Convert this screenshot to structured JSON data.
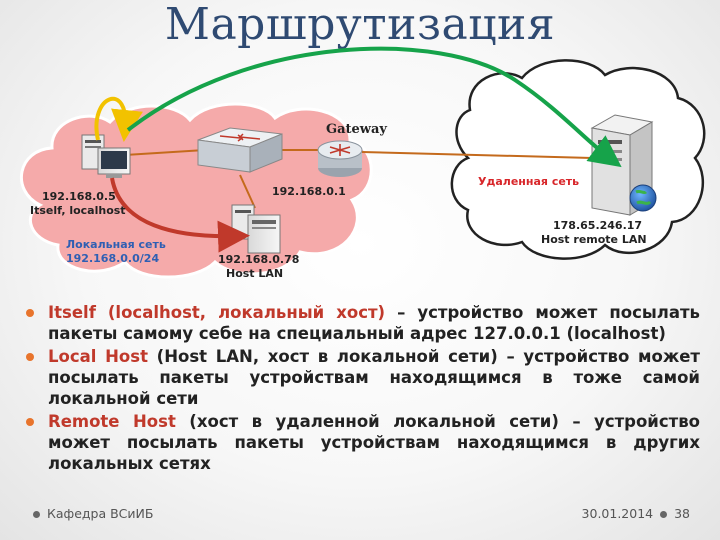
{
  "slide": {
    "title": "Маршрутизация"
  },
  "diagram": {
    "gateway_label": "Gateway",
    "gateway_ip": "192.168.0.1",
    "self_ip": "192.168.0.5",
    "self_name": "Itself, localhost",
    "lan_label_line1": "Локальная сеть",
    "lan_label_line2": "192.168.0.0/24",
    "lan_host_ip": "192.168.0.78",
    "lan_host_name": "Host LAN",
    "remote_net_label": "Удаленная сеть",
    "remote_ip": "178.65.246.17",
    "remote_name": "Host remote LAN",
    "colors": {
      "lan_cloud": "#f4a6a6",
      "remote_cloud": "#ffffff",
      "arrow_loop": "#f2c200",
      "arrow_lan": "#c0392b",
      "arrow_remote": "#16a34a",
      "link_line": "#c46a1c"
    }
  },
  "bullets": [
    {
      "term": "Itself (localhost, локальный хост)",
      "text": " – устройство может посылать пакеты самому себе на специальный адрес 127.0.0.1 (localhost)"
    },
    {
      "term": "Local Host",
      "text": " (Host LAN, хост в локальной сети) – устройство может посылать пакеты устройствам находящимся в тоже самой локальной сети"
    },
    {
      "term": "Remote Host",
      "text": " (хост в удаленной локальной сети) – устройство может посылать пакеты устройствам находящимся в других локальных сетях"
    }
  ],
  "footer": {
    "left": "Кафедра ВСиИБ",
    "date": "30.01.2014",
    "page": "38"
  }
}
